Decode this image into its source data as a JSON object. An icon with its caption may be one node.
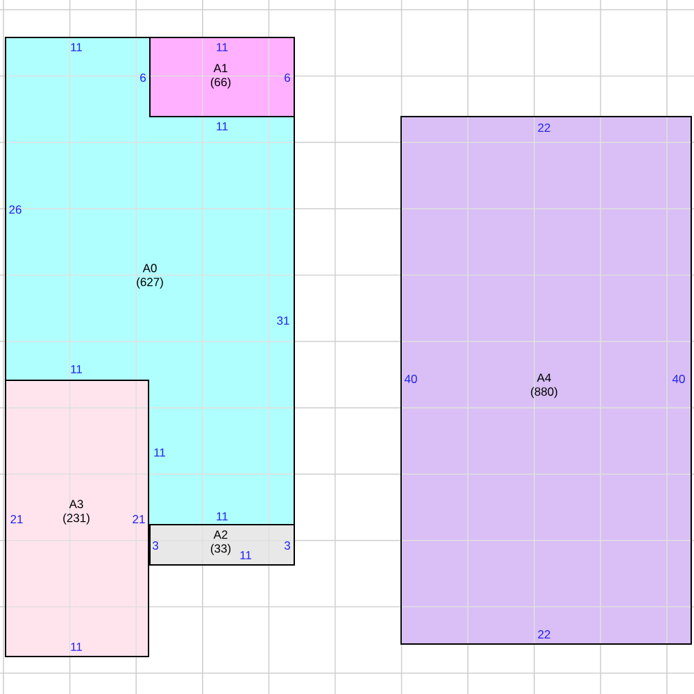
{
  "diagram": {
    "nodes": [
      {
        "text": [
          "A0",
          "(627)"
        ]
      },
      {
        "text": [
          "A1",
          "(66)"
        ]
      },
      {
        "text": [
          "A4",
          "(880)"
        ]
      },
      {
        "text": [
          "A3",
          "(231)"
        ]
      },
      {
        "text": [
          "A2",
          "(33)"
        ]
      }
    ],
    "labels": [
      "11",
      "11",
      "6",
      "6",
      "11",
      "22",
      "26",
      "31",
      "11",
      "40",
      "40",
      "11",
      "21",
      "21",
      "11",
      "3",
      "3",
      "11",
      "22",
      "11"
    ]
  }
}
